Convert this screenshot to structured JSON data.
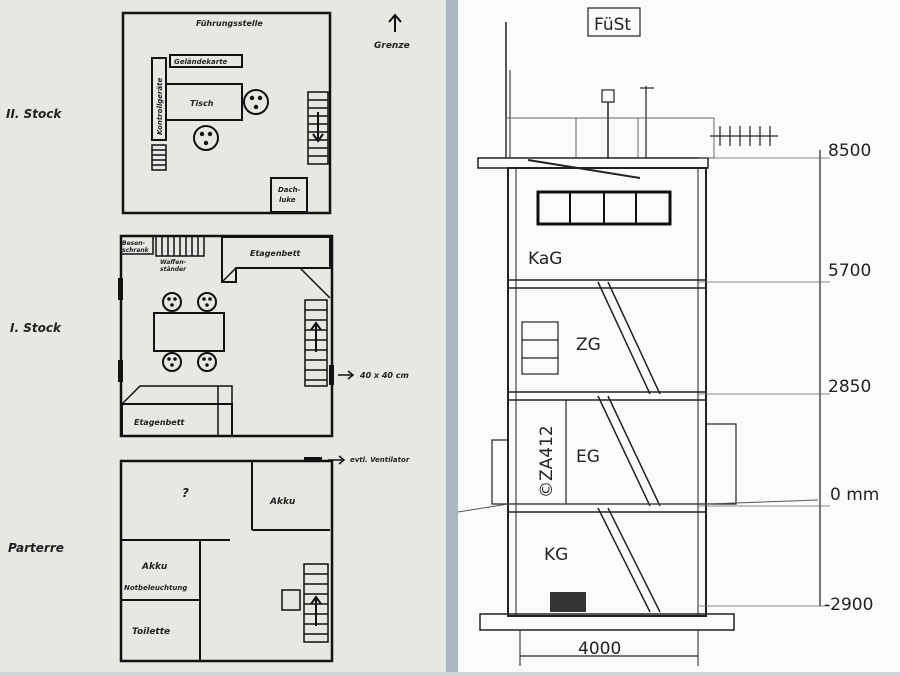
{
  "left": {
    "floors": {
      "second": {
        "label": "II. Stock",
        "room_title": "Führungsstelle",
        "terrain_map": "Geländekarte",
        "control_devices": "Kontrollgeräte",
        "table": "Tisch",
        "roof_hatch_line1": "Dach-",
        "roof_hatch_line2": "luke"
      },
      "first": {
        "label": "I. Stock",
        "broom_line1": "Besen-",
        "broom_line2": "schrank",
        "weapon_line1": "Waffen-",
        "weapon_line2": "ständer",
        "bunk_top": "Etagenbett",
        "bunk_bottom": "Etagenbett",
        "window_size": "40 x 40 cm"
      },
      "ground": {
        "label": "Parterre",
        "unknown": "?",
        "battery_right": "Akku",
        "battery_left": "Akku",
        "emergency_light": "Notbeleuchtung",
        "toilet": "Toilette",
        "ventilator": "evtl. Ventilator"
      }
    },
    "border_label": "Grenze"
  },
  "right": {
    "title": "FüSt",
    "levels": {
      "kag": "KaG",
      "zg": "ZG",
      "eg": "EG",
      "kg": "KG"
    },
    "copyright": "©ZA412",
    "dimensions": [
      "8500",
      "5700",
      "2850",
      "0 mm",
      "-2900"
    ],
    "width": "4000"
  }
}
